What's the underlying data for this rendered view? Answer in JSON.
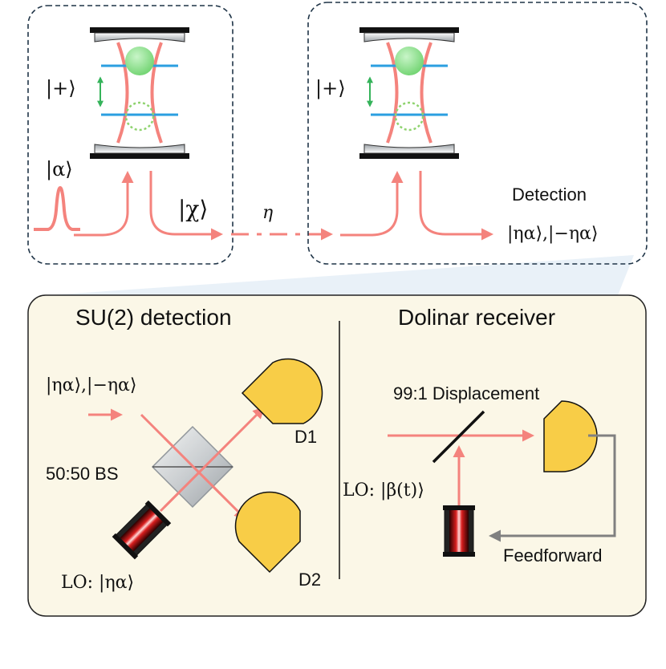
{
  "top": {
    "cavity1": {
      "atom_state": "|+⟩",
      "input_state": "|α⟩",
      "output_state": "|χ⟩"
    },
    "channel": {
      "loss": "η"
    },
    "cavity2": {
      "atom_state": "|+⟩",
      "detection_title": "Detection",
      "detection_states": "|ηα⟩,|−ηα⟩"
    }
  },
  "panel": {
    "su2": {
      "title": "SU(2) detection",
      "input_states": "|ηα⟩,|−ηα⟩",
      "beamsplitter": "50:50 BS",
      "detector1": "D1",
      "detector2": "D2",
      "local_oscillator": "LO: |ηα⟩"
    },
    "dolinar": {
      "title": "Dolinar receiver",
      "displacement": "99:1 Displacement",
      "local_oscillator": "LO: |β(t)⟩",
      "feedforward": "Feedforward"
    }
  },
  "colors": {
    "beam": "#f4837d",
    "box_border": "#1f3447",
    "panel_fill": "#fbf7e7",
    "atom": "#8fe08f",
    "transition": "#35b35a",
    "mirror_lines": "#2b9fe0",
    "detector": "#f8cd47",
    "connector": "#808080",
    "projection": "#dce9f3"
  }
}
